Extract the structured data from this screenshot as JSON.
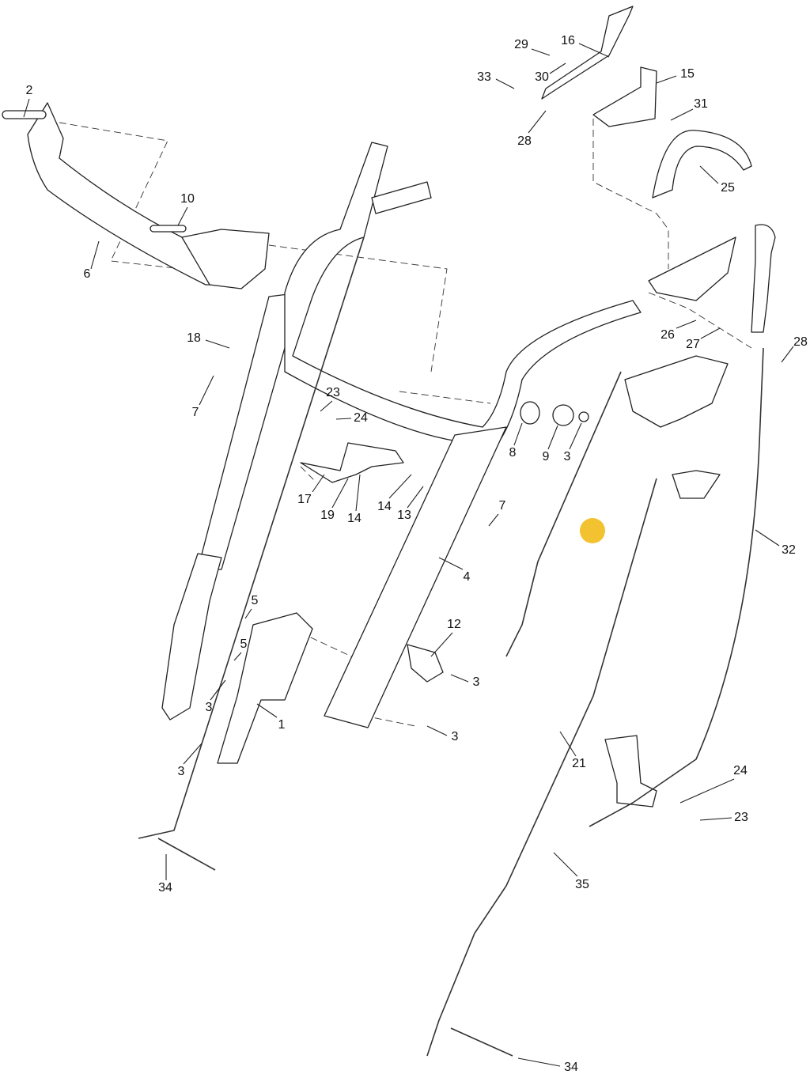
{
  "title": "Handle and control cable exploded parts diagram",
  "marker_color": "#F2C230",
  "callouts": [
    {
      "label": "2"
    },
    {
      "label": "6"
    },
    {
      "label": "10"
    },
    {
      "label": "18"
    },
    {
      "label": "7"
    },
    {
      "label": "23"
    },
    {
      "label": "24"
    },
    {
      "label": "17"
    },
    {
      "label": "19"
    },
    {
      "label": "14"
    },
    {
      "label": "14"
    },
    {
      "label": "13"
    },
    {
      "label": "8"
    },
    {
      "label": "9"
    },
    {
      "label": "3"
    },
    {
      "label": "7"
    },
    {
      "label": "4"
    },
    {
      "label": "5"
    },
    {
      "label": "5"
    },
    {
      "label": "12"
    },
    {
      "label": "3"
    },
    {
      "label": "1"
    },
    {
      "label": "3"
    },
    {
      "label": "3"
    },
    {
      "label": "3"
    },
    {
      "label": "34"
    },
    {
      "label": "21"
    },
    {
      "label": "24"
    },
    {
      "label": "23"
    },
    {
      "label": "35"
    },
    {
      "label": "34"
    },
    {
      "label": "32"
    },
    {
      "label": "26"
    },
    {
      "label": "27"
    },
    {
      "label": "28"
    },
    {
      "label": "25"
    },
    {
      "label": "15"
    },
    {
      "label": "31"
    },
    {
      "label": "16"
    },
    {
      "label": "29"
    },
    {
      "label": "30"
    },
    {
      "label": "33"
    },
    {
      "label": "28"
    }
  ]
}
